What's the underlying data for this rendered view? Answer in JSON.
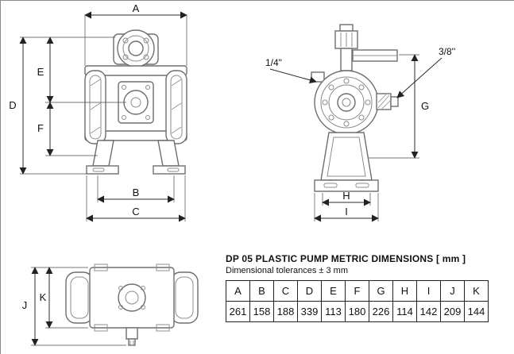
{
  "dims": {
    "A": "A",
    "B": "B",
    "C": "C",
    "D": "D",
    "E": "E",
    "F": "F",
    "G": "G",
    "H": "H",
    "I": "I",
    "J": "J",
    "K": "K"
  },
  "ports": {
    "quarter_inch": "1/4\"",
    "three_eighths_inch": "3/8''"
  },
  "table": {
    "title": "DP 05 PLASTIC PUMP METRIC DIMENSIONS [ mm ]",
    "subtitle": "Dimensional tolerances ± 3 mm",
    "headers": [
      "A",
      "B",
      "C",
      "D",
      "E",
      "F",
      "G",
      "H",
      "I",
      "J",
      "K"
    ],
    "values": [
      "261",
      "158",
      "188",
      "339",
      "113",
      "180",
      "226",
      "114",
      "142",
      "209",
      "144"
    ]
  }
}
